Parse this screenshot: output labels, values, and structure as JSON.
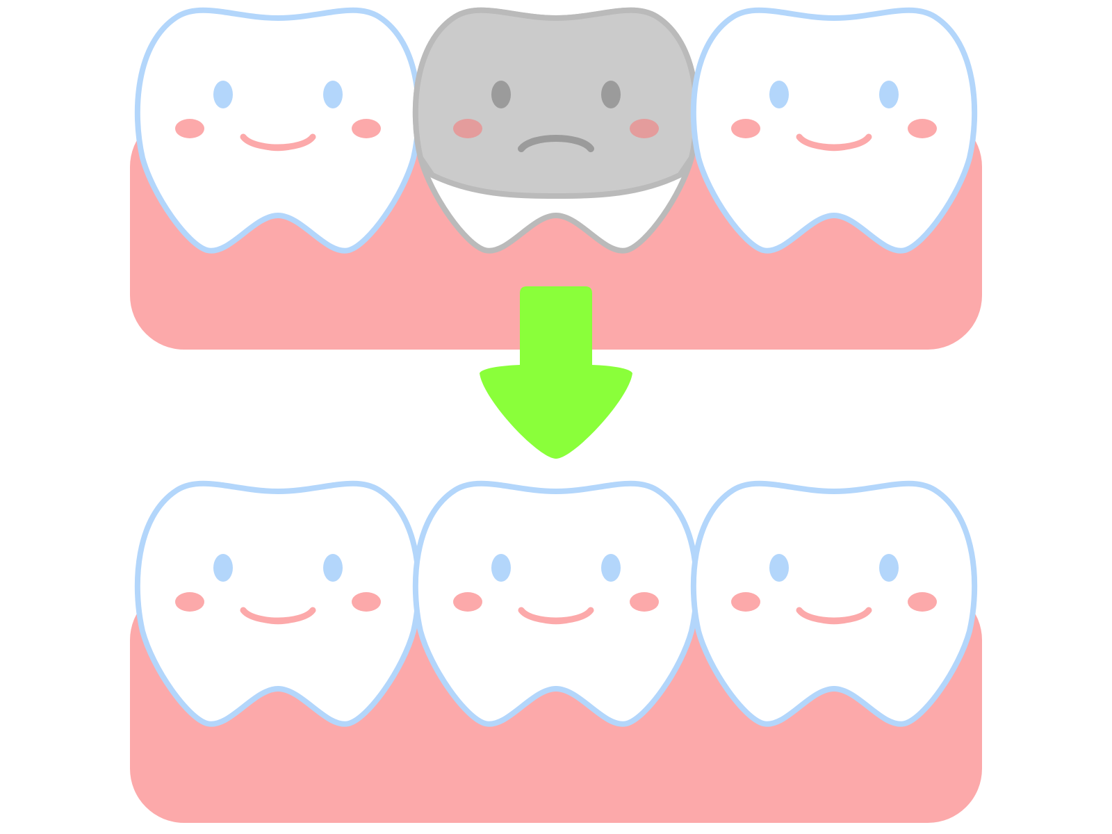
{
  "colors": {
    "background": "#ffffff",
    "gum": "#fca9aa",
    "tooth_fill": "#ffffff",
    "tooth_outline": "#b3d6fb",
    "eye": "#b3d6fb",
    "cheek": "#fca9aa",
    "mouth": "#fca9aa",
    "crown_fill": "#cbcbcb",
    "crown_outline": "#bababa",
    "crown_eye": "#9b9b9b",
    "crown_mouth": "#9b9b9b",
    "crown_cheek": "#e49c9c",
    "arrow": "#8aff3a"
  },
  "rows": [
    {
      "id": "before",
      "teeth": [
        {
          "state": "healthy",
          "expression": "smile"
        },
        {
          "state": "metal-crown",
          "expression": "frown"
        },
        {
          "state": "healthy",
          "expression": "smile"
        }
      ]
    },
    {
      "id": "after",
      "teeth": [
        {
          "state": "healthy",
          "expression": "smile"
        },
        {
          "state": "healthy",
          "expression": "smile"
        },
        {
          "state": "healthy",
          "expression": "smile"
        }
      ]
    }
  ],
  "arrow": {
    "direction": "down",
    "icon": "arrow-down-icon"
  }
}
